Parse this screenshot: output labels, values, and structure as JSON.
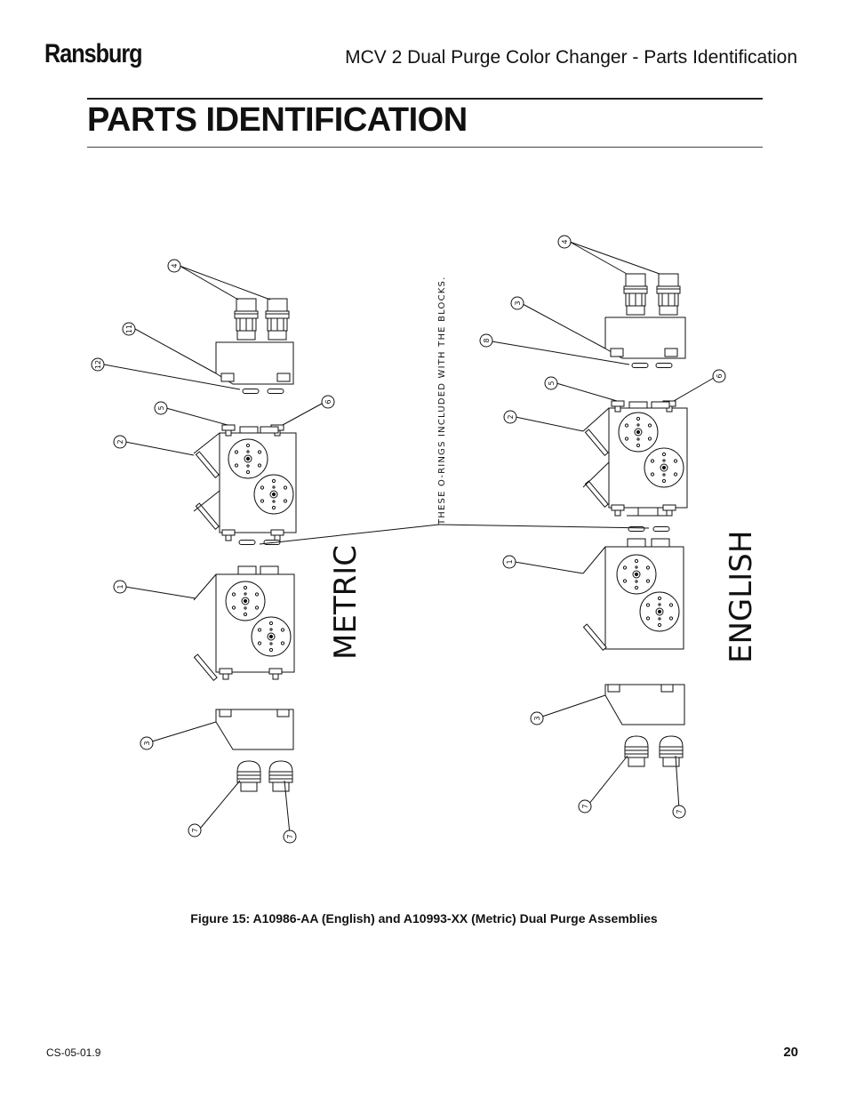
{
  "header": {
    "brand": "Ransburg",
    "title": "MCV 2 Dual Purge Color Changer - Parts Identification"
  },
  "heading": "PARTS IDENTIFICATION",
  "figure": {
    "note": "THESE O-RINGS INCLUDED WITH THE BLOCKS.",
    "label_metric": "METRIC",
    "label_english": "ENGLISH",
    "metric_callouts": [
      "4",
      "11",
      "12",
      "5",
      "6",
      "2",
      "1",
      "3",
      "7",
      "7"
    ],
    "english_callouts": [
      "4",
      "3",
      "8",
      "5",
      "6",
      "2",
      "1",
      "3",
      "7",
      "7"
    ]
  },
  "caption": "Figure 15: A10986-AA (English) and A10993-XX (Metric) Dual Purge Assemblies",
  "footer": {
    "doc_number": "CS-05-01.9",
    "page_number": "20"
  }
}
